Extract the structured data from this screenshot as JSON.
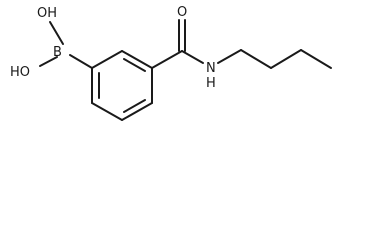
{
  "molecule": {
    "atoms": {
      "hydroxyl_top": "OH",
      "hydroxyl_bottom": "HO",
      "boron": "B",
      "carbonyl_oxygen": "O",
      "amide_nitrogen": "N",
      "amide_hydrogen": "H"
    },
    "colors": {
      "bond": "#1a1a1a",
      "background": "#ffffff"
    }
  }
}
